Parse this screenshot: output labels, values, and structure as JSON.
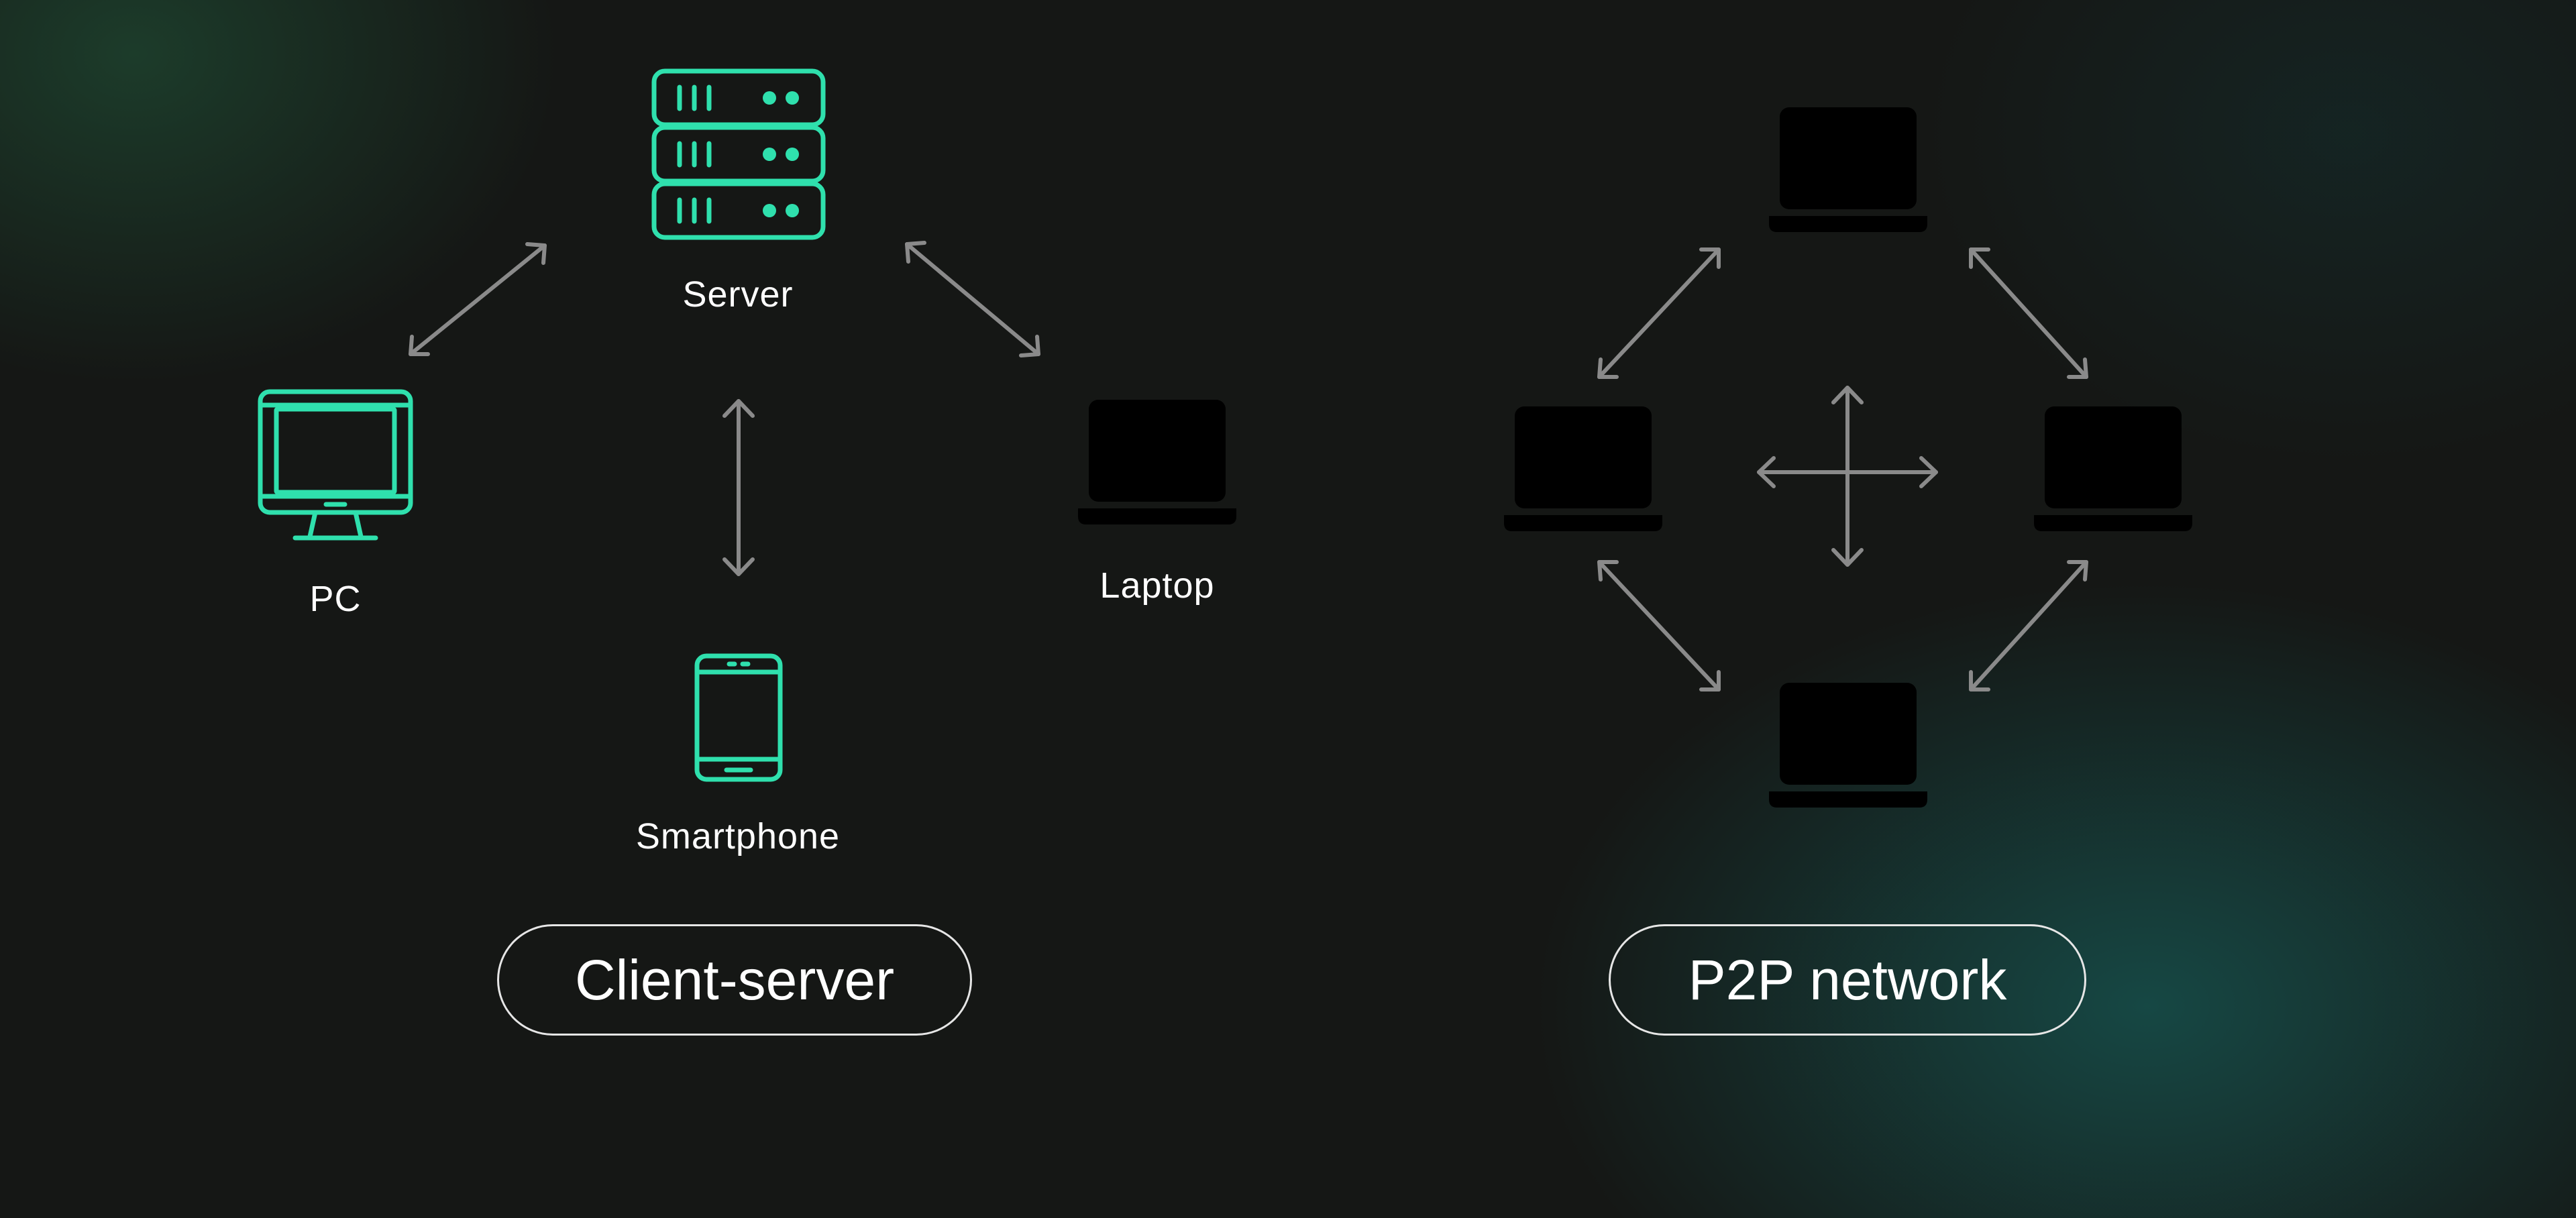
{
  "diagrams": {
    "client_server": {
      "caption": "Client-server",
      "nodes": {
        "server": "Server",
        "pc": "PC",
        "laptop": "Laptop",
        "smartphone": "Smartphone"
      }
    },
    "p2p": {
      "caption": "P2P network"
    }
  },
  "colors": {
    "icon_accent": "#2fe0ad",
    "arrow": "#8a8a8a",
    "text": "#ffffff"
  }
}
